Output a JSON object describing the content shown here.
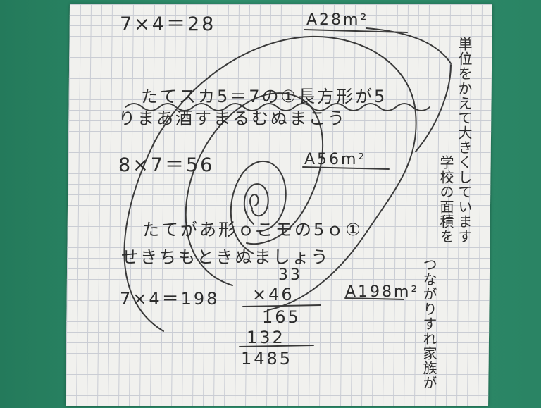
{
  "line1": {
    "equation": "7×4＝28",
    "answer": "A28m²"
  },
  "line2": {
    "text": "たてスカ5＝7の①長方形が5"
  },
  "line3": {
    "text": "りまあ酒すまるむぬまこう"
  },
  "line4": {
    "equation": "8×7＝56",
    "answer": "A56m²"
  },
  "line5": {
    "text": "たてがあ形ｏこモの5ｏ①"
  },
  "line6": {
    "text": "せきちもときぬましょう"
  },
  "calc": {
    "equation": "7×4＝198",
    "carry": "33",
    "multiplicand": "×46",
    "partial1": "165",
    "partial2": "132",
    "total": "1485",
    "answer": "A198m²"
  },
  "margin_note": {
    "col1": "単位をかえて大きくしています",
    "col2": "学校の面積を",
    "col3": "つながりすれ家族が"
  },
  "colors": {
    "wall": "#2e8a6a",
    "paper": "#f1f1ee",
    "grid": "#c9ccd4",
    "ink": "#2c2c2c"
  }
}
